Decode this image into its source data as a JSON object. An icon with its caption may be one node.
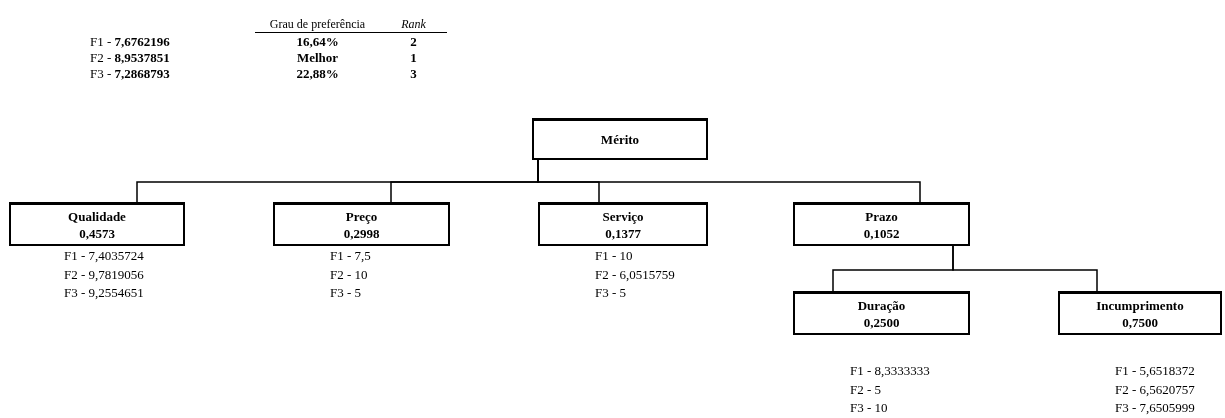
{
  "diagram": {
    "nodes": [
      {
        "text": [
          "Mérito"
        ]
      },
      {
        "text": [
          "Qualidade",
          "0,4573"
        ],
        "beside": [
          "F1 - 7,4035724",
          "F2 - 9,7819056",
          "F3 - 9,2554651"
        ]
      },
      {
        "text": [
          "Preço",
          "0,2998"
        ],
        "beside": [
          "F1 - 7,5",
          "F2 - 10",
          "F3 - 5"
        ]
      },
      {
        "text": [
          "Serviço",
          "0,1377"
        ],
        "beside": [
          "F1 - 10",
          "F2 - 6,0515759",
          "F3 - 5"
        ]
      },
      {
        "text": [
          "Prazo",
          "0,1052"
        ]
      },
      {
        "text": [
          "Duração",
          "0,2500"
        ],
        "beside": [
          "F1 - 8,3333333",
          "F2 - 5",
          "F3 - 10"
        ]
      },
      {
        "text": [
          "Incumprimento",
          "0,7500"
        ],
        "beside": [
          "F1 - 5,6518372",
          "F2 - 6,5620757",
          "F3 - 7,6505999"
        ]
      }
    ],
    "edges": [
      {
        "from": 0,
        "to": 1,
        "arrow": "none"
      },
      {
        "from": 0,
        "to": 2,
        "arrow": "none"
      },
      {
        "from": 0,
        "to": 3,
        "arrow": "none"
      },
      {
        "from": 0,
        "to": 4,
        "arrow": "none"
      },
      {
        "from": 4,
        "to": 5,
        "arrow": "none"
      },
      {
        "from": 4,
        "to": 6,
        "arrow": "none"
      }
    ],
    "labels": [
      "Grau de preferência",
      "Rank",
      "F1 - **7,6762196**",
      "16,64%",
      "2",
      "F2 - **8,9537851**",
      "Melhor",
      "1",
      "F3 - **7,2868793**",
      "22,88%",
      "3"
    ]
  }
}
